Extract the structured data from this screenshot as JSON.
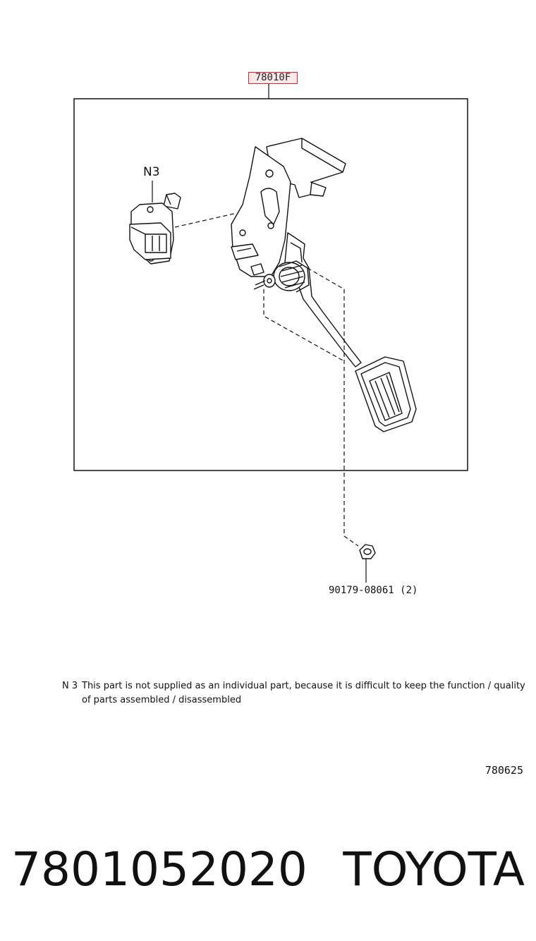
{
  "assembly": {
    "code": "78010F"
  },
  "callouts": {
    "n3": "N3"
  },
  "parts": {
    "nut": "90179-08061 (2)"
  },
  "note": {
    "mark": "N 3",
    "text": "This part is not supplied as an individual part, because it is difficult to keep the function / quality of parts assembled / disassembled"
  },
  "illustration_number": "780625",
  "footer": {
    "part_number": "7801052020",
    "brand": "TOYOTA"
  },
  "colors": {
    "highlight_border": "#d9262c",
    "line": "#111111"
  }
}
